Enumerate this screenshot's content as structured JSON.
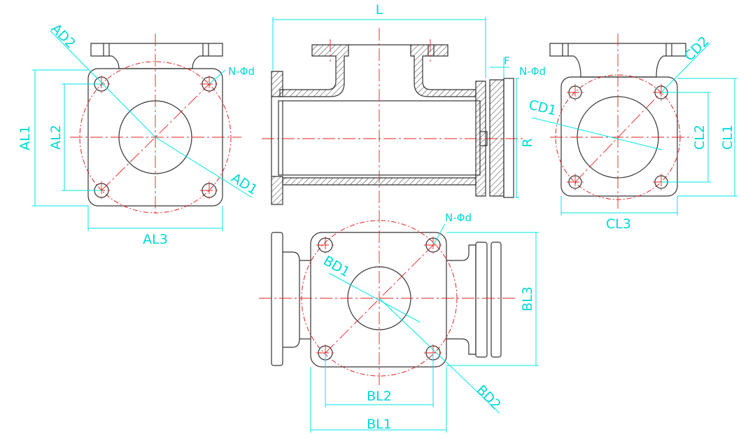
{
  "labels": {
    "L": "L",
    "F": "F",
    "R": "R",
    "AD2": "AD2",
    "AD1": "AD1",
    "AL1": "AL1",
    "AL2": "AL2",
    "AL3": "AL3",
    "N_phi_d_a": "N-Φd",
    "N_phi_d_side": "N-Φd",
    "N_phi_d_b": "N-Φd",
    "CD1": "CD1",
    "CD2": "CD2",
    "CL1": "CL1",
    "CL2": "CL2",
    "CL3": "CL3",
    "BD1": "BD1",
    "BD2": "BD2",
    "BL1": "BL1",
    "BL2": "BL2",
    "BL3": "BL3"
  },
  "colors": {
    "outline": "#333333",
    "centerline": "#e02020",
    "dimension": "#00d8d8"
  }
}
